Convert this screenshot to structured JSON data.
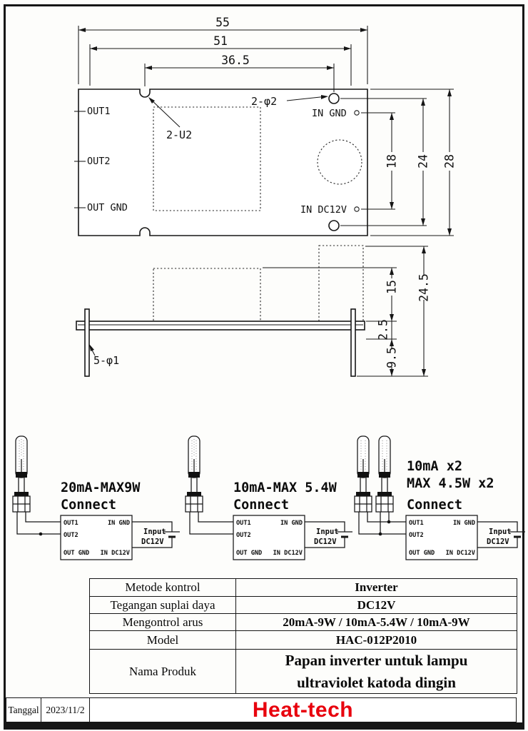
{
  "top_view": {
    "pad_labels": {
      "out1": "OUT1",
      "out2": "OUT2",
      "out_gnd": "OUT GND",
      "in_gnd": "IN GND",
      "in_dc12v": "IN DC12V"
    },
    "annotations": {
      "slots": "2-U2",
      "holes": "2-φ2"
    },
    "dims": {
      "overall_width": "55",
      "inner_width": "51",
      "slot_to_hole": "36.5",
      "overall_height": "28",
      "hole_pitch": "24",
      "pad_pitch": "18"
    }
  },
  "side_view": {
    "annotations": {
      "pins": "5-φ1"
    },
    "dims": {
      "component_height": "15",
      "overall_height": "24.5",
      "board_offset": "2.5",
      "pin_length": "9.5"
    }
  },
  "board_labels": {
    "out1": "OUT1",
    "in_gnd": "IN GND",
    "out2": "OUT2",
    "out_gnd": "OUT GND",
    "in_dc12v": "IN DC12V"
  },
  "input_label": {
    "line1": "Input",
    "line2": "DC12V"
  },
  "connections": [
    {
      "title1": "20mA-MAX9W",
      "title2": "Connect"
    },
    {
      "title1": "10mA-MAX 5.4W",
      "title2": "Connect"
    },
    {
      "title1": "10mA x2",
      "title2": "MAX 4.5W x2",
      "title3": "Connect"
    }
  ],
  "spec_table": {
    "rows": [
      {
        "label": "Metode kontrol",
        "value": "Inverter"
      },
      {
        "label": "Tegangan suplai daya",
        "value": "DC12V"
      },
      {
        "label": "Mengontrol arus",
        "value": "20mA-9W / 10mA-5.4W / 10mA-9W"
      },
      {
        "label": "Model",
        "value": "HAC-012P2010"
      },
      {
        "label": "Nama Produk",
        "value": "Papan inverter untuk lampu ultraviolet katoda dingin"
      }
    ],
    "footer": {
      "date_label": "Tanggal",
      "date_value": "2023/11/2",
      "brand": "Heat-tech"
    }
  },
  "colors": {
    "brand_red": "#e8000d",
    "ink": "#161616"
  }
}
